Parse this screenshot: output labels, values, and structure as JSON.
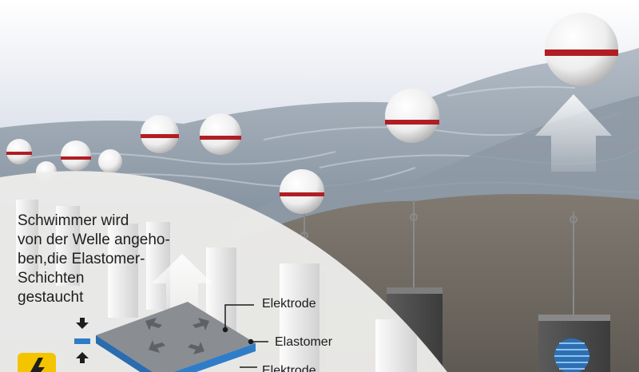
{
  "caption": "Schwimmer wird\nvon der Welle angeho-\nben,die Elastomer-\nSchichten\ngestaucht",
  "labels": {
    "electrode": "Elektrode",
    "elastomer": "Elastomer",
    "bottom": "Elektrode"
  },
  "colors": {
    "sky": "#f2f4f8",
    "water": "#8e9aa6",
    "seabed": "#6f6a63",
    "inset": "#e9e9e6",
    "buoy_band": "#b01e24",
    "elastomer": "#2f7dc8",
    "warning": "#f5c400"
  },
  "icons": [
    "up-arrow-icon",
    "compress-arrows-icon",
    "expand-arrows-icon",
    "lightning-warning-icon"
  ]
}
